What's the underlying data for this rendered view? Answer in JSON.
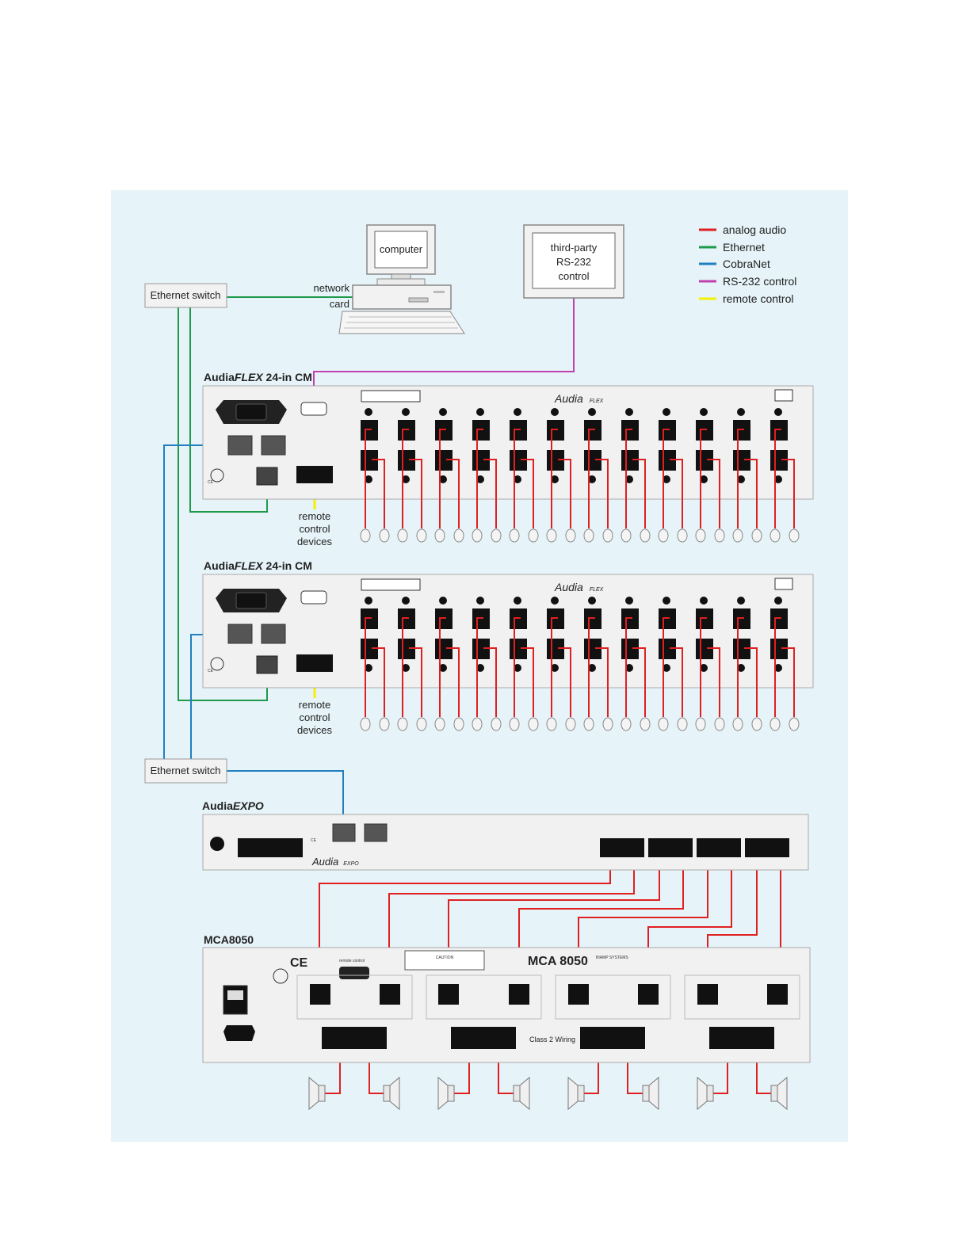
{
  "legend": {
    "items": [
      {
        "label": "analog audio",
        "color": "#e02020"
      },
      {
        "label": "Ethernet",
        "color": "#1f9a4a"
      },
      {
        "label": "CobraNet",
        "color": "#1f7fbf"
      },
      {
        "label": "RS-232 control",
        "color": "#c040b0"
      },
      {
        "label": "remote control",
        "color": "#f4f000"
      }
    ]
  },
  "computer": {
    "screen_label": "computer",
    "network_card_label": [
      "network",
      "card"
    ]
  },
  "third_party": {
    "lines": [
      "third-party",
      "RS-232",
      "control"
    ]
  },
  "switches": {
    "top": "Ethernet switch",
    "bottom": "Ethernet switch"
  },
  "audiaflex1": {
    "title_prefix": "Audia",
    "title_italic": "FLEX",
    "title_suffix": " 24-in CM",
    "logo": "Audia",
    "logo_suffix": "FLEX",
    "remote_label": [
      "remote",
      "control",
      "devices"
    ]
  },
  "audiaflex2": {
    "title_prefix": "Audia",
    "title_italic": "FLEX",
    "title_suffix": " 24-in CM",
    "logo": "Audia",
    "logo_suffix": "FLEX",
    "remote_label": [
      "remote",
      "control",
      "devices"
    ]
  },
  "audiaexpo": {
    "title_prefix": "Audia",
    "title_italic": "EXPO",
    "logo": "Audia",
    "logo_suffix": "EXPO"
  },
  "mca": {
    "title": "MCA8050",
    "panel_title": "MCA 8050",
    "brand": "BIAMP SYSTEMS",
    "caution": "CAUTION",
    "wiring_note": "Class 2 Wiring",
    "remote_port": "remote control"
  },
  "colors": {
    "background": "#e6f3f8",
    "panel": "#f1f1f1"
  }
}
